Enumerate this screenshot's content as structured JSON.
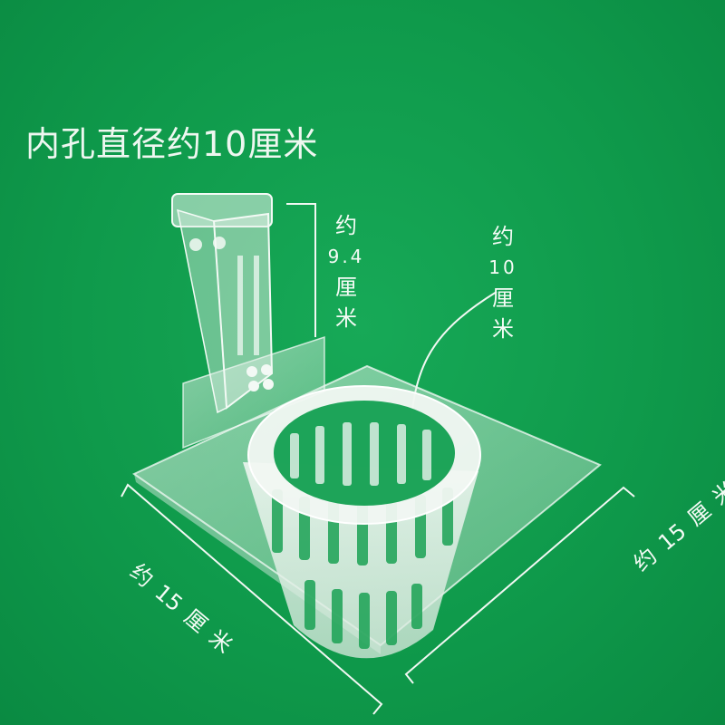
{
  "headline": "内孔直径约10厘米",
  "height_label": {
    "prefix": "约",
    "value": "9.4",
    "unit1": "厘",
    "unit2": "米"
  },
  "inner_label": {
    "prefix": "约",
    "value": "10",
    "unit1": "厘",
    "unit2": "米"
  },
  "left_label": {
    "prefix": "约",
    "value": "15",
    "unit1": "厘",
    "unit2": "米"
  },
  "right_label": {
    "prefix": "约",
    "value": "15",
    "unit1": "厘",
    "unit2": "米"
  },
  "colors": {
    "background": "#0d9a4a",
    "text": "#f4fbf5",
    "acrylic": "#dfeee4"
  }
}
